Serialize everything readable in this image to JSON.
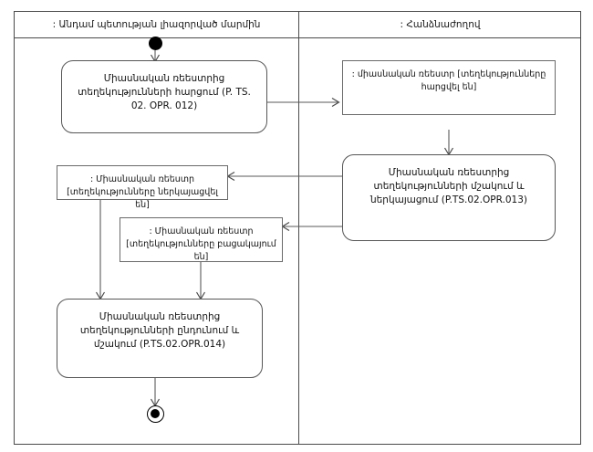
{
  "diagram": {
    "type": "uml-activity-diagram",
    "title": "",
    "lanes": [
      {
        "id": "lane-left",
        "label": ": Անդամ պետության լիազորված մարմին"
      },
      {
        "id": "lane-right",
        "label": ": Հանձնաժողով"
      }
    ],
    "nodes": [
      {
        "id": "start",
        "kind": "initial-node",
        "lane": "lane-left",
        "label": ""
      },
      {
        "id": "activity-012",
        "kind": "activity",
        "lane": "lane-left",
        "label": "Միասնական ռեեստրից տեղեկությունների հարցում (P. TS. 02. OPR. 012)",
        "code": "P. TS. 02. OPR. 012"
      },
      {
        "id": "object-requested",
        "kind": "object-node",
        "lane": "lane-right",
        "label": ": միասնական ռեեստր [տեղեկությունները հարցվել են]",
        "state": "տեղեկությունները հարցվել են"
      },
      {
        "id": "activity-013",
        "kind": "activity",
        "lane": "lane-right",
        "label": "Միասնական ռեեստրից տեղեկությունների մշակում և ներկայացում (P.TS.02.OPR.013)",
        "code": "P.TS.02.OPR.013"
      },
      {
        "id": "object-presented",
        "kind": "object-node",
        "lane": "lane-left",
        "label": ": Միասնական ռեեստր [տեղեկությունները ներկայացվել են]",
        "state": "տեղեկությունները ներկայացվել են"
      },
      {
        "id": "object-absent",
        "kind": "object-node",
        "lane": "lane-left",
        "label": ": Միասնական ռեեստր [տեղեկությունները բացակայում են]",
        "state": "տեղեկությունները բացակայում են"
      },
      {
        "id": "activity-014",
        "kind": "activity",
        "lane": "lane-left",
        "label": "Միասնական ռեեստրից տեղեկությունների ընդունում և մշակում (P.TS.02.OPR.014)",
        "code": "P.TS.02.OPR.014"
      },
      {
        "id": "end",
        "kind": "final-node",
        "lane": "lane-left",
        "label": ""
      }
    ],
    "edges": [
      {
        "from": "start",
        "to": "activity-012",
        "label": ""
      },
      {
        "from": "activity-012",
        "to": "object-requested",
        "label": ""
      },
      {
        "from": "object-requested",
        "to": "activity-013",
        "label": ""
      },
      {
        "from": "activity-013",
        "to": "object-presented",
        "label": ""
      },
      {
        "from": "activity-013",
        "to": "object-absent",
        "label": ""
      },
      {
        "from": "object-presented",
        "to": "activity-014",
        "label": ""
      },
      {
        "from": "object-absent",
        "to": "activity-014",
        "label": ""
      },
      {
        "from": "activity-014",
        "to": "end",
        "label": ""
      }
    ],
    "colors": {
      "frame": "#4a4a4a",
      "node_border": "#565656",
      "object_border": "#6a6a6a",
      "edge": "#5a5a5a",
      "text": "#111111",
      "background": "#ffffff"
    }
  }
}
